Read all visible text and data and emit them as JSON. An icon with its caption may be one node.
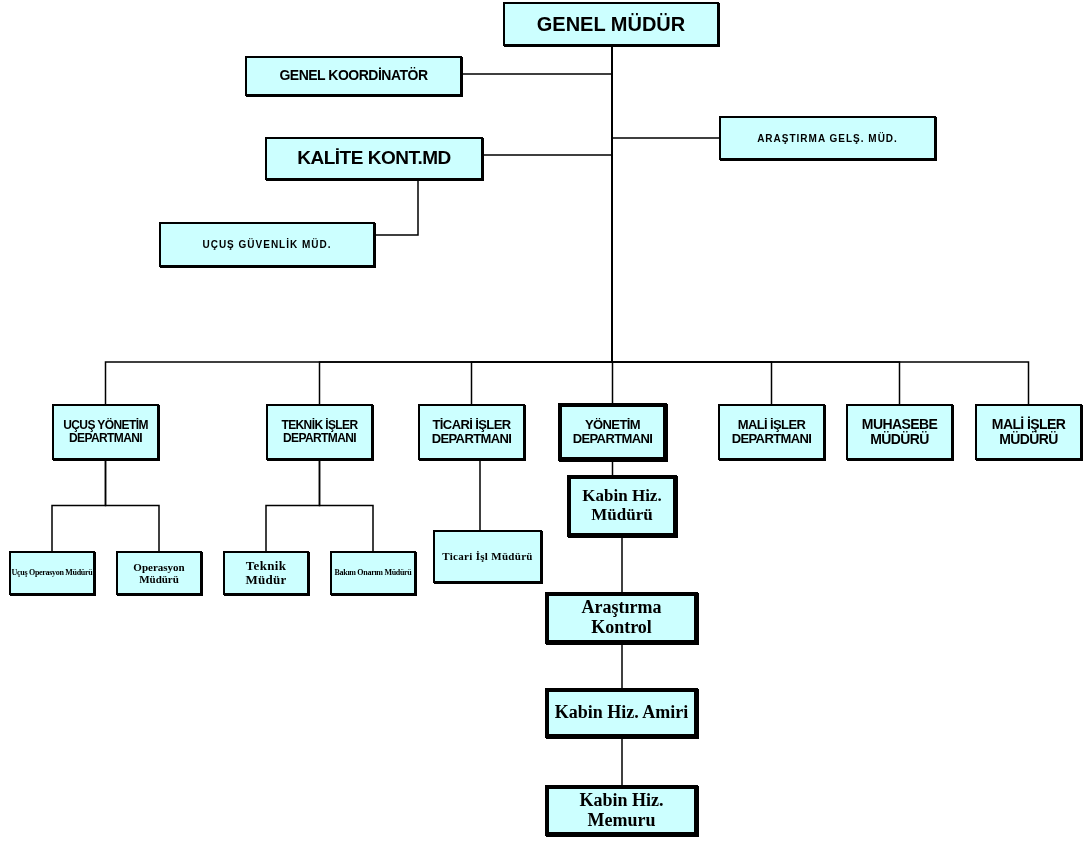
{
  "diagram": {
    "nodes": [
      {
        "text": [
          "GENEL MÜDÜR"
        ]
      },
      {
        "text": [
          "GENEL KOORDİNATÖR"
        ]
      },
      {
        "text": [
          "ARAŞTIRMA GELŞ. MÜD."
        ]
      },
      {
        "text": [
          "KALİTE KONT.MD"
        ]
      },
      {
        "text": [
          "UÇUŞ GÜVENLİK MÜD."
        ]
      },
      {
        "text": [
          "UÇUŞ YÖNETİM DEPARTMANI"
        ]
      },
      {
        "text": [
          "TEKNİK İŞLER DEPARTMANI"
        ]
      },
      {
        "text": [
          "TİCARİ İŞLER DEPARTMANI"
        ]
      },
      {
        "text": [
          "YÖNETİM DEPARTMANI"
        ]
      },
      {
        "text": [
          "MALİ İŞLER DEPARTMANI"
        ]
      },
      {
        "text": [
          "MUHASEBE MÜDÜRÜ"
        ]
      },
      {
        "text": [
          "MALİ İŞLER MÜDÜRÜ"
        ]
      },
      {
        "text": [
          "Uçuş Operasyon Müdürü"
        ]
      },
      {
        "text": [
          "Operasyon Müdürü"
        ]
      },
      {
        "text": [
          "Teknik Müdür"
        ]
      },
      {
        "text": [
          "Bakım Onarım Müdürü"
        ]
      },
      {
        "text": [
          "Ticari İşl Müdürü"
        ]
      },
      {
        "text": [
          "Kabin Hiz. Müdürü"
        ]
      },
      {
        "text": [
          "Araştırma Kontrol"
        ]
      },
      {
        "text": [
          "Kabin Hiz. Amiri"
        ]
      },
      {
        "text": [
          "Kabin Hiz. Memuru"
        ]
      }
    ],
    "edges": [
      {
        "from": 0,
        "to": 1,
        "arrow": "none"
      },
      {
        "from": 0,
        "to": 2,
        "arrow": "none"
      },
      {
        "from": 0,
        "to": 3,
        "arrow": "none"
      },
      {
        "from": 3,
        "to": 4,
        "arrow": "none"
      },
      {
        "from": 0,
        "to": 5,
        "arrow": "none"
      },
      {
        "from": 0,
        "to": 6,
        "arrow": "none"
      },
      {
        "from": 0,
        "to": 7,
        "arrow": "none"
      },
      {
        "from": 0,
        "to": 8,
        "arrow": "none"
      },
      {
        "from": 0,
        "to": 9,
        "arrow": "none"
      },
      {
        "from": 0,
        "to": 10,
        "arrow": "none"
      },
      {
        "from": 0,
        "to": 11,
        "arrow": "none"
      },
      {
        "from": 5,
        "to": 12,
        "arrow": "none"
      },
      {
        "from": 5,
        "to": 13,
        "arrow": "none"
      },
      {
        "from": 6,
        "to": 14,
        "arrow": "none"
      },
      {
        "from": 6,
        "to": 15,
        "arrow": "none"
      },
      {
        "from": 7,
        "to": 16,
        "arrow": "none"
      },
      {
        "from": 8,
        "to": 17,
        "arrow": "none"
      },
      {
        "from": 17,
        "to": 18,
        "arrow": "none"
      },
      {
        "from": 18,
        "to": 19,
        "arrow": "none"
      },
      {
        "from": 19,
        "to": 20,
        "arrow": "none"
      }
    ]
  }
}
